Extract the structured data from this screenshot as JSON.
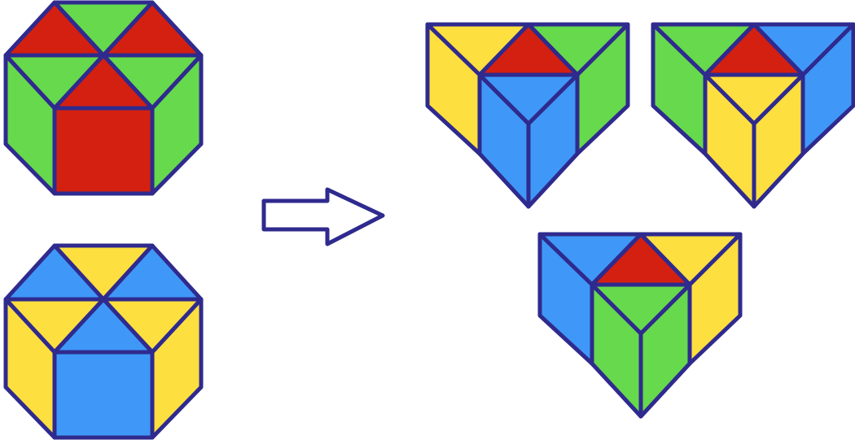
{
  "colors": {
    "outline": "#2f2a8e",
    "red": "#d42010",
    "green": "#66d94c",
    "blue": "#3f98f7",
    "yellow": "#fddf3f",
    "background": "#ffffff"
  },
  "sources": [
    {
      "name": "red-green-octagon",
      "primary": "red",
      "secondary": "green"
    },
    {
      "name": "blue-yellow-octagon",
      "primary": "blue",
      "secondary": "yellow"
    }
  ],
  "results": [
    {
      "name": "result-red-green-blue-yellow",
      "top": "red",
      "upper_left": "yellow",
      "upper_right": "green",
      "side_left": "yellow",
      "side_right": "green",
      "front": "blue"
    },
    {
      "name": "result-red-green-yellow-blue",
      "top": "red",
      "upper_left": "green",
      "upper_right": "blue",
      "side_left": "green",
      "side_right": "blue",
      "front": "yellow"
    },
    {
      "name": "result-red-blue-green-yellow",
      "top": "red",
      "upper_left": "blue",
      "upper_right": "yellow",
      "side_left": "blue",
      "side_right": "yellow",
      "front": "green"
    }
  ],
  "arrow": {
    "direction": "right"
  }
}
